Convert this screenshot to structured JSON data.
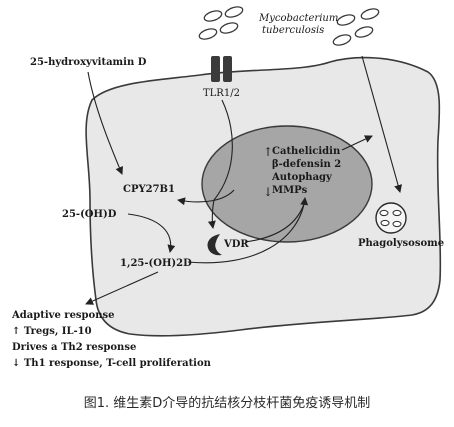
{
  "labels": {
    "bacterium": [
      "Mycobacterium",
      "tuberculosis"
    ],
    "vitamin_d": "25-hydroxyvitamin D",
    "tlr": "TLR1/2",
    "cyp": "CPY27B1",
    "ohd": "25-(OH)D",
    "oh2d": "1,25-(OH)2D",
    "vdr": "VDR",
    "phagolysosome": "Phagolysosome",
    "nuclear_effects": [
      "Cathelicidin",
      "β-defensin 2",
      "Autophagy",
      "MMPs"
    ],
    "up_arrow": "↑",
    "down_arrow": "↓"
  },
  "response_text": [
    "Adaptive response",
    "↑ Tregs, IL-10",
    "Drives a Th2 response",
    "↓ Th1 response, T-cell proliferation"
  ],
  "caption": "图1. 维生素D介导的抗结核分枝杆菌免疫诱导机制"
}
